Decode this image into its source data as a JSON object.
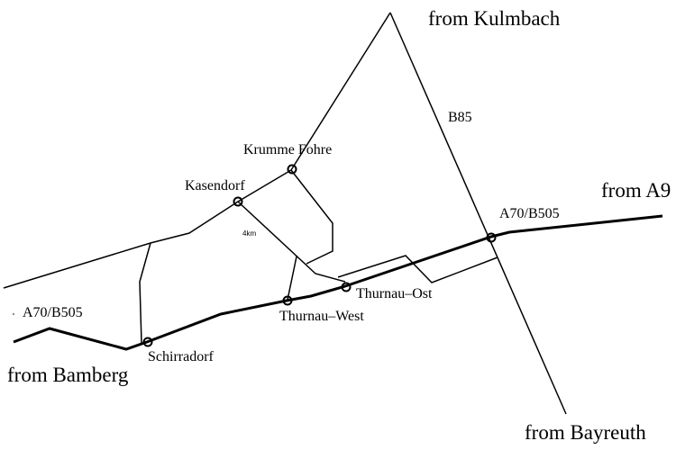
{
  "directions": {
    "kulmbach": "from Kulmbach",
    "a9": "from A9",
    "bamberg": "from Bamberg",
    "bayreuth": "from Bayreuth"
  },
  "roads": {
    "b85": "B85",
    "a70_east": "A70/B505",
    "a70_west": "A70/B505"
  },
  "places": {
    "krumme_fohre": "Krumme Fohre",
    "kasendorf": "Kasendorf",
    "thurnau_ost": "Thurnau–Ost",
    "thurnau_west": "Thurnau–West",
    "schirradorf": "Schirradorf"
  },
  "scale_note": "4km"
}
